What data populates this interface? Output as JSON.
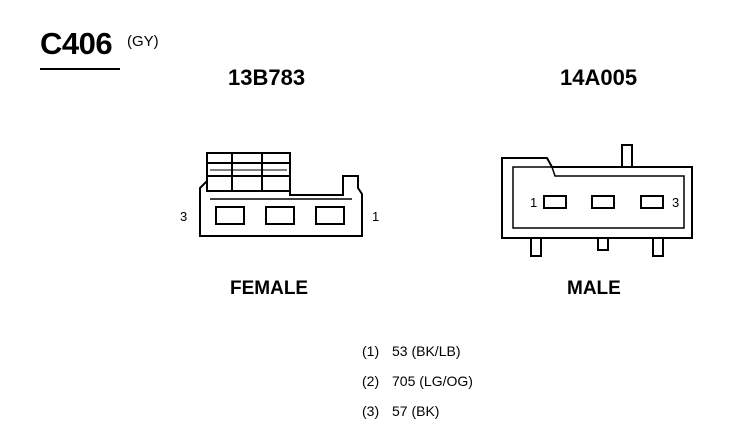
{
  "connector": {
    "id": "C406",
    "color_code": "(GY)"
  },
  "female_side": {
    "part_number": "13B783",
    "label": "FEMALE",
    "pin_left": "3",
    "pin_right": "1"
  },
  "male_side": {
    "part_number": "14A005",
    "label": "MALE",
    "pin_left": "1",
    "pin_right": "3"
  },
  "circuits": [
    {
      "pin": "(1)",
      "circuit": "53 (BK/LB)"
    },
    {
      "pin": "(2)",
      "circuit": "705 (LG/OG)"
    },
    {
      "pin": "(3)",
      "circuit": "57 (BK)"
    }
  ]
}
